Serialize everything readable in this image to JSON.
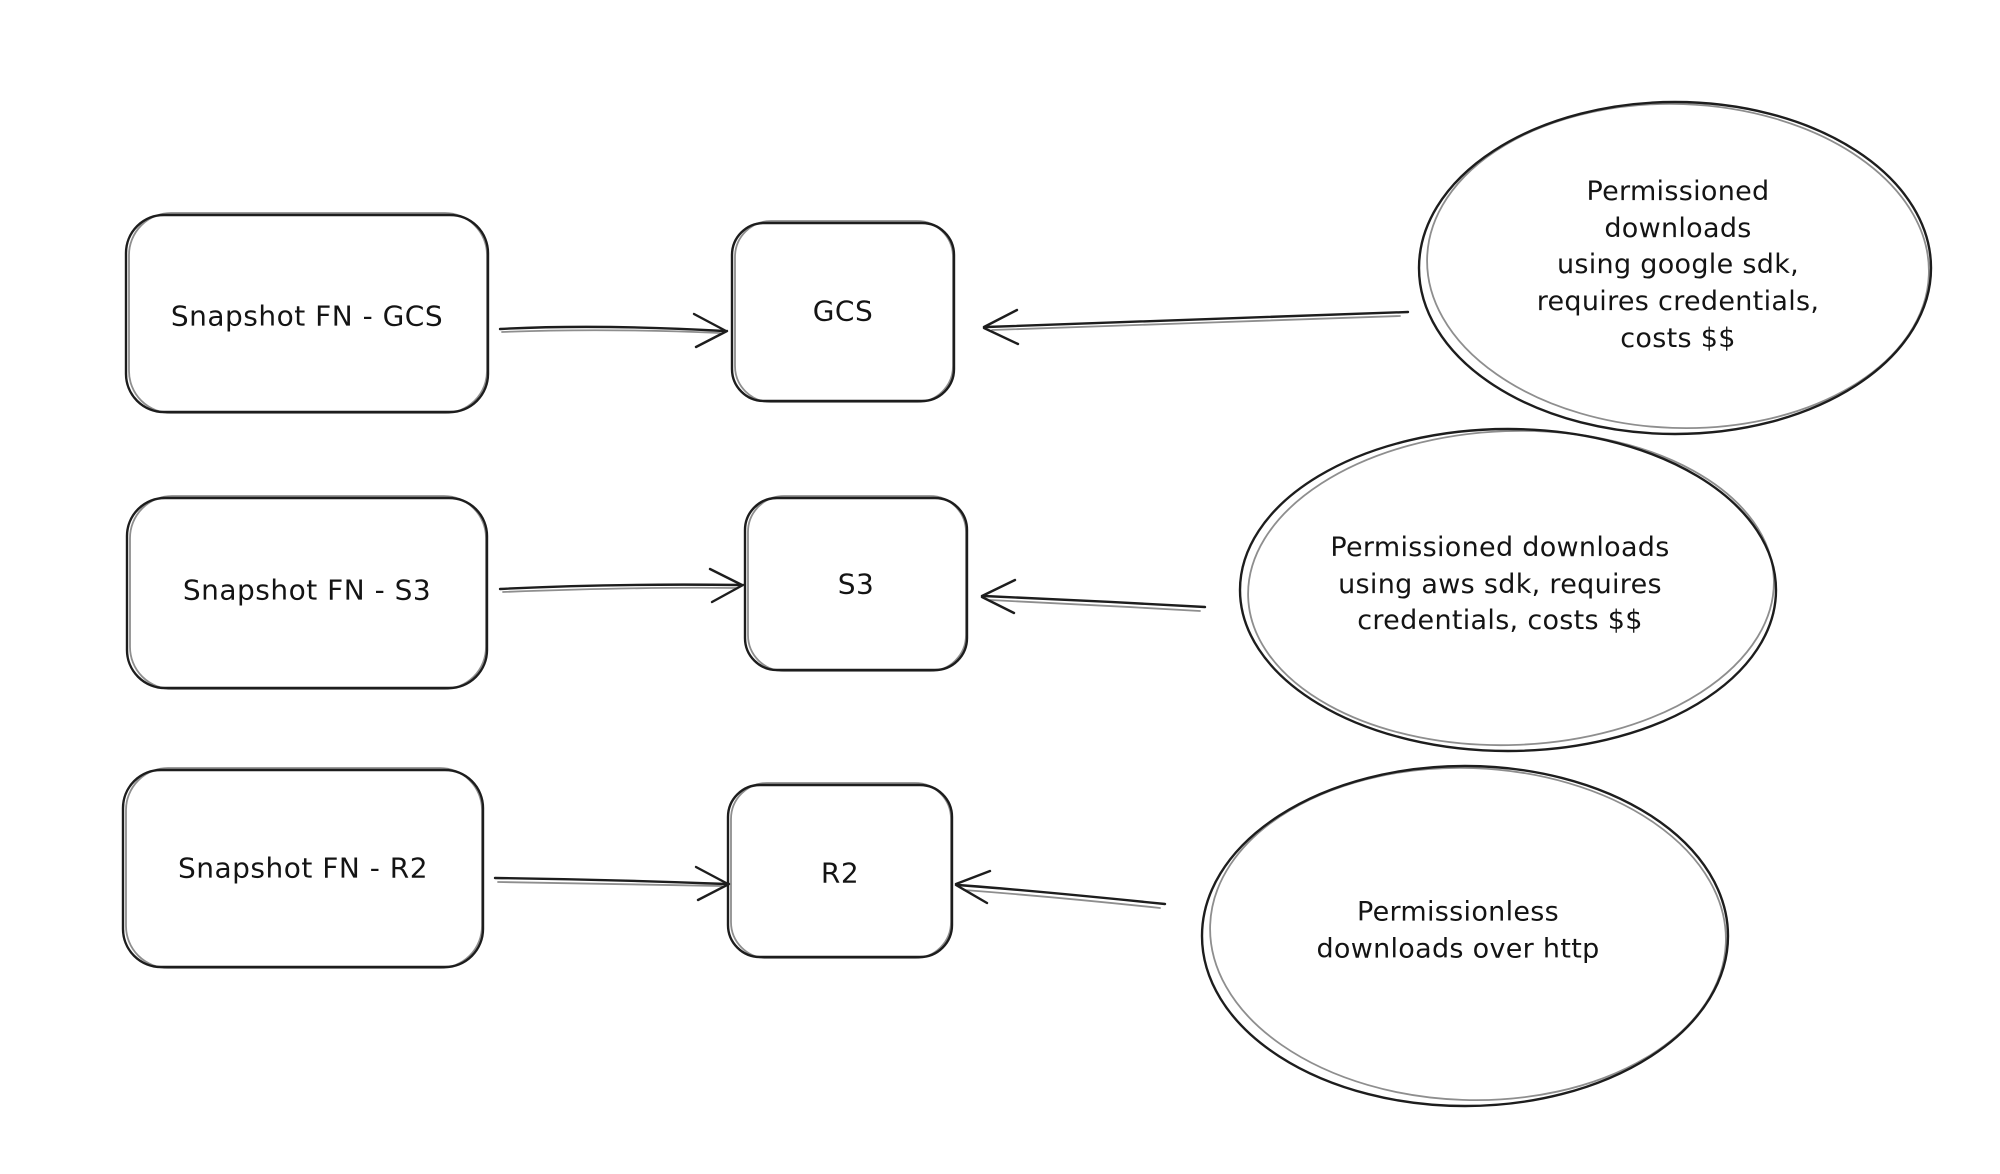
{
  "diagram": {
    "background_color": "#ffffff",
    "stroke_color": "#1d1d1d",
    "text_color": "#141414",
    "rows": [
      {
        "source_label": "Snapshot FN - GCS",
        "target_label": "GCS",
        "note": "Permissioned downloads\nusing google sdk,\nrequires credentials,\ncosts $$"
      },
      {
        "source_label": "Snapshot FN - S3",
        "target_label": "S3",
        "note": "Permissioned downloads\nusing aws sdk, requires\ncredentials, costs $$"
      },
      {
        "source_label": "Snapshot FN - R2",
        "target_label": "R2",
        "note": "Permissionless\ndownloads over http"
      }
    ]
  }
}
